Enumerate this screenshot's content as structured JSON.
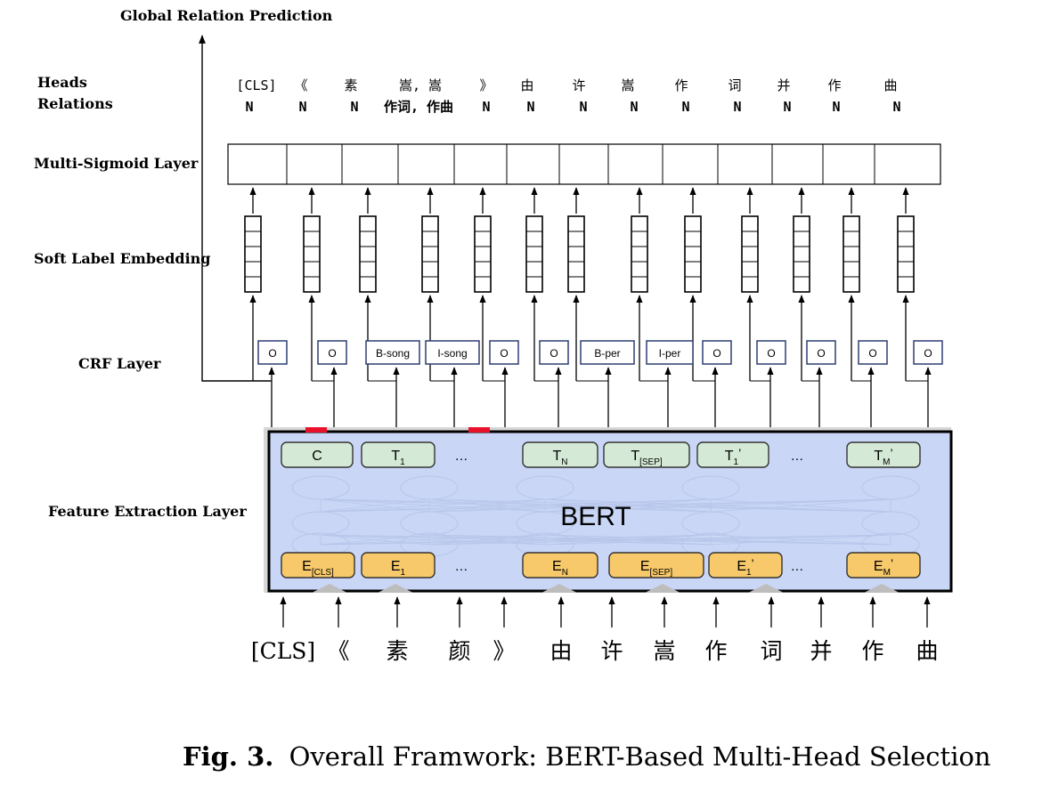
{
  "layers": {
    "global_relation": "Global Relation Prediction",
    "heads": "Heads",
    "relations": "Relations",
    "multi_sigmoid": "Multi-Sigmoid Layer",
    "soft_label": "Soft Label Embedding",
    "crf": "CRF Layer",
    "feature_extraction": "Feature Extraction Layer"
  },
  "heads_row": [
    "[CLS]",
    "《",
    "素",
    "嵩, 嵩",
    "》",
    "由",
    "许",
    "嵩",
    "作",
    "词",
    "并",
    "作",
    "曲"
  ],
  "relations_row": [
    "N",
    "N",
    "N",
    "作词, 作曲",
    "N",
    "N",
    "N",
    "N",
    "N",
    "N",
    "N",
    "N",
    "N"
  ],
  "crf_tags": [
    "O",
    "O",
    "B-song",
    "I-song",
    "O",
    "O",
    "B-per",
    "I-per",
    "O",
    "O",
    "O",
    "O",
    "O"
  ],
  "bert": {
    "title": "BERT",
    "top_nodes": [
      {
        "main": "C",
        "sub": "",
        "suffix": ""
      },
      {
        "main": "T",
        "sub": "1",
        "suffix": ""
      },
      {
        "main": "T",
        "sub": "N",
        "suffix": ""
      },
      {
        "main": "T",
        "sub": "[SEP]",
        "suffix": ""
      },
      {
        "main": "T",
        "sub": "1",
        "suffix": "’"
      },
      {
        "main": "T",
        "sub": "M",
        "suffix": "’"
      }
    ],
    "bottom_nodes": [
      {
        "main": "E",
        "sub": "[CLS]",
        "suffix": ""
      },
      {
        "main": "E",
        "sub": "1",
        "suffix": ""
      },
      {
        "main": "E",
        "sub": "N",
        "suffix": ""
      },
      {
        "main": "E",
        "sub": "[SEP]",
        "suffix": ""
      },
      {
        "main": "E",
        "sub": "1",
        "suffix": "’"
      },
      {
        "main": "E",
        "sub": "M",
        "suffix": "’"
      }
    ],
    "ellipsis": "…"
  },
  "input_tokens": [
    "[CLS]",
    "《",
    "素",
    "颜",
    "》",
    "由",
    "许",
    "嵩",
    "作",
    "词",
    "并",
    "作",
    "曲"
  ],
  "caption": {
    "label": "Fig. 3.",
    "text": "Overall Framwork: BERT-Based Multi-Head Selection"
  },
  "colors": {
    "bert_fill": "#c9d6f5",
    "top_node_fill": "#d5ead6",
    "bottom_node_fill": "#f7c96a",
    "crf_box_stroke": "#2e3f73",
    "red_marker": "#e8102a"
  }
}
